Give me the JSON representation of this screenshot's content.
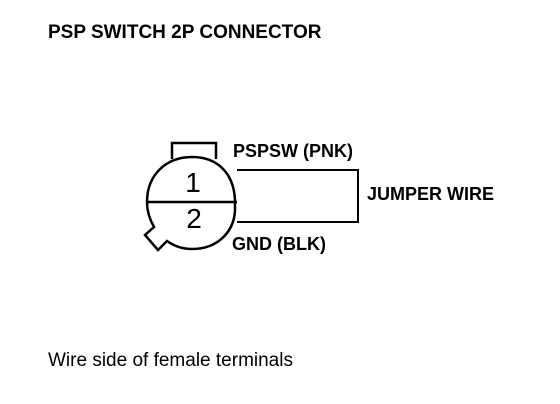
{
  "title": "PSP SWITCH 2P CONNECTOR",
  "connector": {
    "pin1": "1",
    "pin2": "2",
    "pin1_wire": "PSPSW (PNK)",
    "pin2_wire": "GND (BLK)"
  },
  "jumper_label": "JUMPER WIRE",
  "caption": "Wire side of female terminals"
}
